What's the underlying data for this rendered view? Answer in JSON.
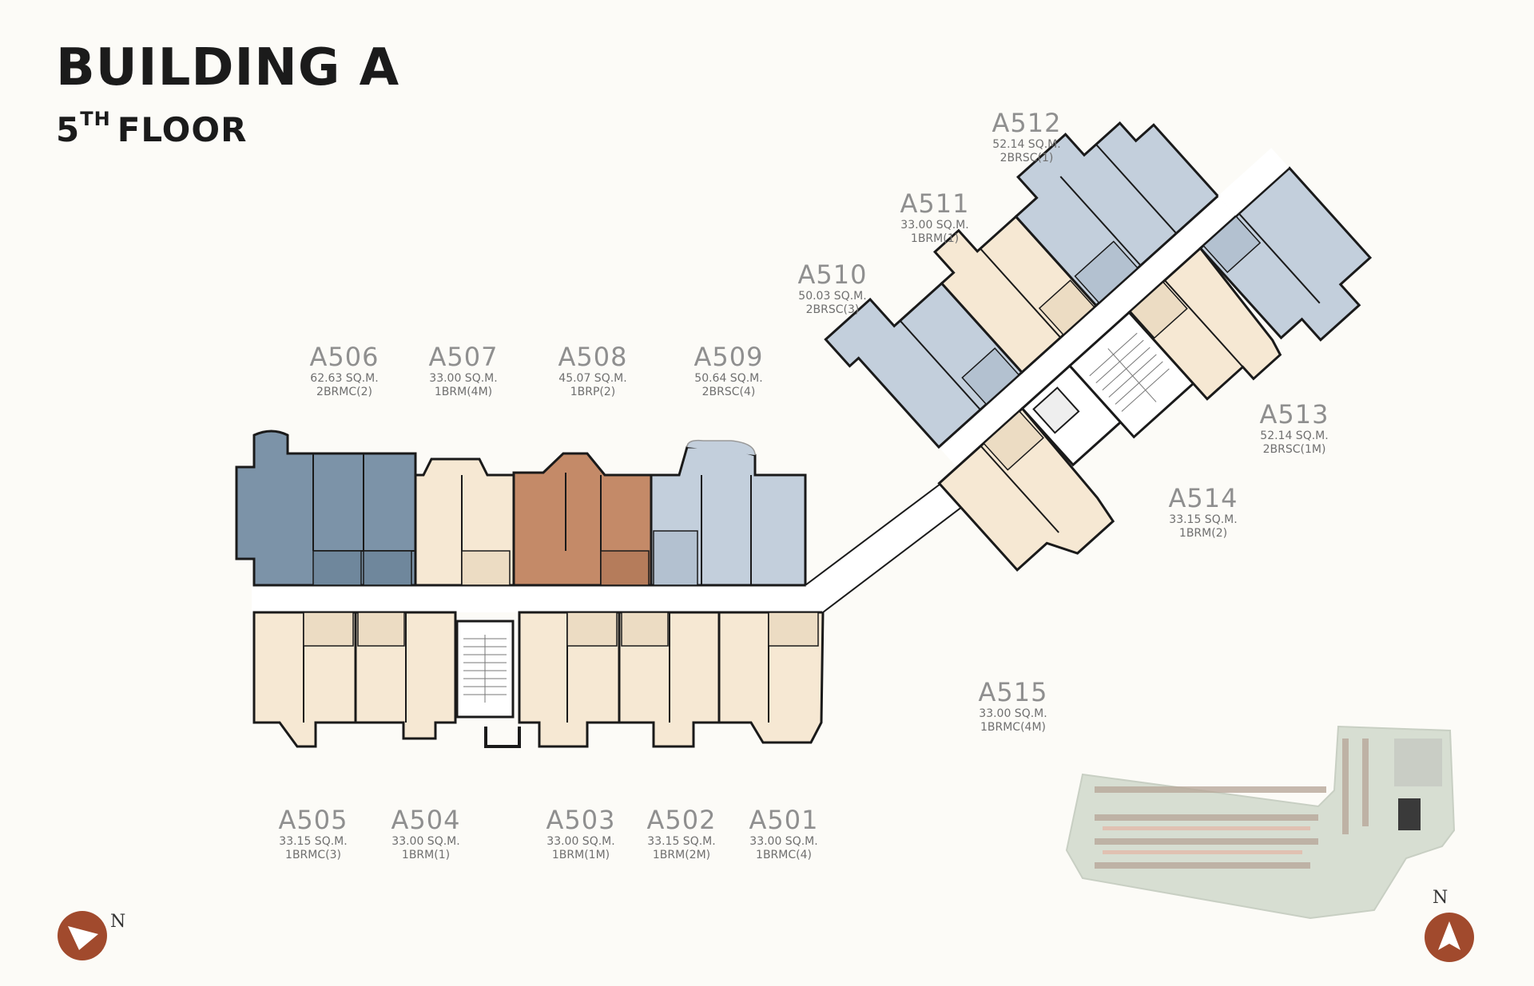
{
  "header": {
    "building": "BUILDING A",
    "floor_num": "5",
    "floor_sup": "TH",
    "floor_word": "FLOOR"
  },
  "colors": {
    "background": "#fcfbf7",
    "cream": "#f6e8d3",
    "light_blue": "#c3cfdc",
    "dark_blue": "#7c93a8",
    "terracotta": "#c48a68",
    "wall": "#1a1a1a",
    "compass": "#a14a2d"
  },
  "units": [
    {
      "id": "A501",
      "area": "33.00  SQ.M.",
      "type": "1BRMC(4)"
    },
    {
      "id": "A502",
      "area": "33.15  SQ.M.",
      "type": "1BRM(2M)"
    },
    {
      "id": "A503",
      "area": "33.00  SQ.M.",
      "type": "1BRM(1M)"
    },
    {
      "id": "A504",
      "area": "33.00  SQ.M.",
      "type": "1BRM(1)"
    },
    {
      "id": "A505",
      "area": "33.15  SQ.M.",
      "type": "1BRMC(3)"
    },
    {
      "id": "A506",
      "area": "62.63  SQ.M.",
      "type": "2BRMC(2)"
    },
    {
      "id": "A507",
      "area": "33.00  SQ.M.",
      "type": "1BRM(4M)"
    },
    {
      "id": "A508",
      "area": "45.07  SQ.M.",
      "type": "1BRP(2)"
    },
    {
      "id": "A509",
      "area": "50.64  SQ.M.",
      "type": "2BRSC(4)"
    },
    {
      "id": "A510",
      "area": "50.03  SQ.M.",
      "type": "2BRSC(3)"
    },
    {
      "id": "A511",
      "area": "33.00  SQ.M.",
      "type": "1BRM(1)"
    },
    {
      "id": "A512",
      "area": "52.14  SQ.M.",
      "type": "2BRSC(1)"
    },
    {
      "id": "A513",
      "area": "52.14  SQ.M.",
      "type": "2BRSC(1M)"
    },
    {
      "id": "A514",
      "area": "33.15  SQ.M.",
      "type": "1BRM(2)"
    },
    {
      "id": "A515",
      "area": "33.00  SQ.M.",
      "type": "1BRMC(4M)"
    }
  ],
  "compass": {
    "left_label": "N",
    "right_label": "N",
    "icon": "north-arrow-icon"
  }
}
